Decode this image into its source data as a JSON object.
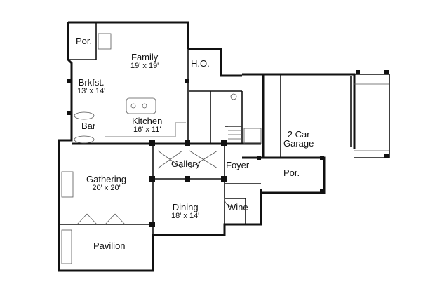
{
  "rooms": {
    "porch_left": {
      "name": "Por.",
      "dim": ""
    },
    "family": {
      "name": "Family",
      "dim": "19' x 19'"
    },
    "home_office": {
      "name": "H.O.",
      "dim": ""
    },
    "breakfast": {
      "name": "Brkfst.",
      "dim": "13' x 14'"
    },
    "bar": {
      "name": "Bar",
      "dim": ""
    },
    "kitchen": {
      "name": "Kitchen",
      "dim": "16' x 11'"
    },
    "garage": {
      "name": "2 Car\nGarage",
      "dim": ""
    },
    "gallery": {
      "name": "Gallery",
      "dim": ""
    },
    "foyer": {
      "name": "Foyer",
      "dim": ""
    },
    "porch_right": {
      "name": "Por.",
      "dim": ""
    },
    "gathering": {
      "name": "Gathering",
      "dim": "20' x 20'"
    },
    "dining": {
      "name": "Dining",
      "dim": "18' x 14'"
    },
    "wine": {
      "name": "Wine",
      "dim": ""
    },
    "pavilion": {
      "name": "Pavilion",
      "dim": ""
    }
  },
  "colors": {
    "wall": "#111111",
    "fixture": "#555555",
    "background": "#ffffff"
  }
}
